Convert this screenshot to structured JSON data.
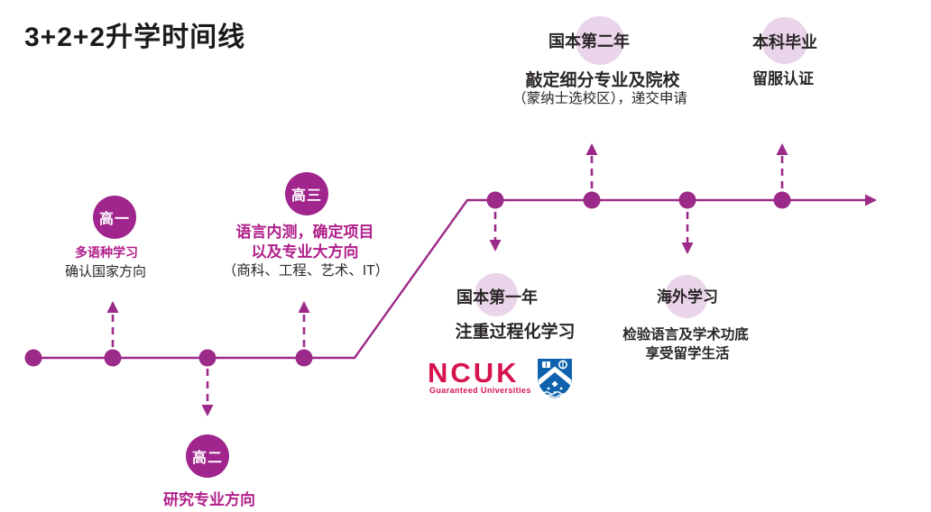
{
  "title": "3+2+2升学时间线",
  "colors": {
    "primary_magenta": "#9C2A89",
    "badge_magenta": "#A0258C",
    "accent_text_magenta": "#B01F8A",
    "halo_pink": "#EAD4E9",
    "ncuk_red": "#D6134D",
    "monash_blue": "#0E62AD",
    "text_dark": "#2a2627"
  },
  "stages": {
    "gaoyi": {
      "badge": "高一",
      "highlight": "多语种学习",
      "note": "确认国家方向"
    },
    "gaoer": {
      "badge": "高二",
      "highlight": "研究专业方向"
    },
    "gaosan": {
      "badge": "高三",
      "highlight_line1": "语言内测，确定项目",
      "highlight_line2": "以及专业大方向",
      "note": "（商科、工程、艺术、IT）"
    },
    "uni_year1": {
      "label": "国本第一年",
      "note": "注重过程化学习"
    },
    "uni_year2": {
      "label": "国本第二年",
      "note_line1": "敲定细分专业及院校",
      "note_line2": "（蒙纳士选校区），递交申请"
    },
    "overseas": {
      "label": "海外学习",
      "note_line1": "检验语言及学术功底",
      "note_line2": "享受留学生活"
    },
    "graduation": {
      "label": "本科毕业",
      "note": "留服认证"
    }
  },
  "logos": {
    "ncuk_wordmark": "NCUK",
    "ncuk_tagline": "Guaranteed Universities",
    "crest": "monash-university-crest"
  }
}
